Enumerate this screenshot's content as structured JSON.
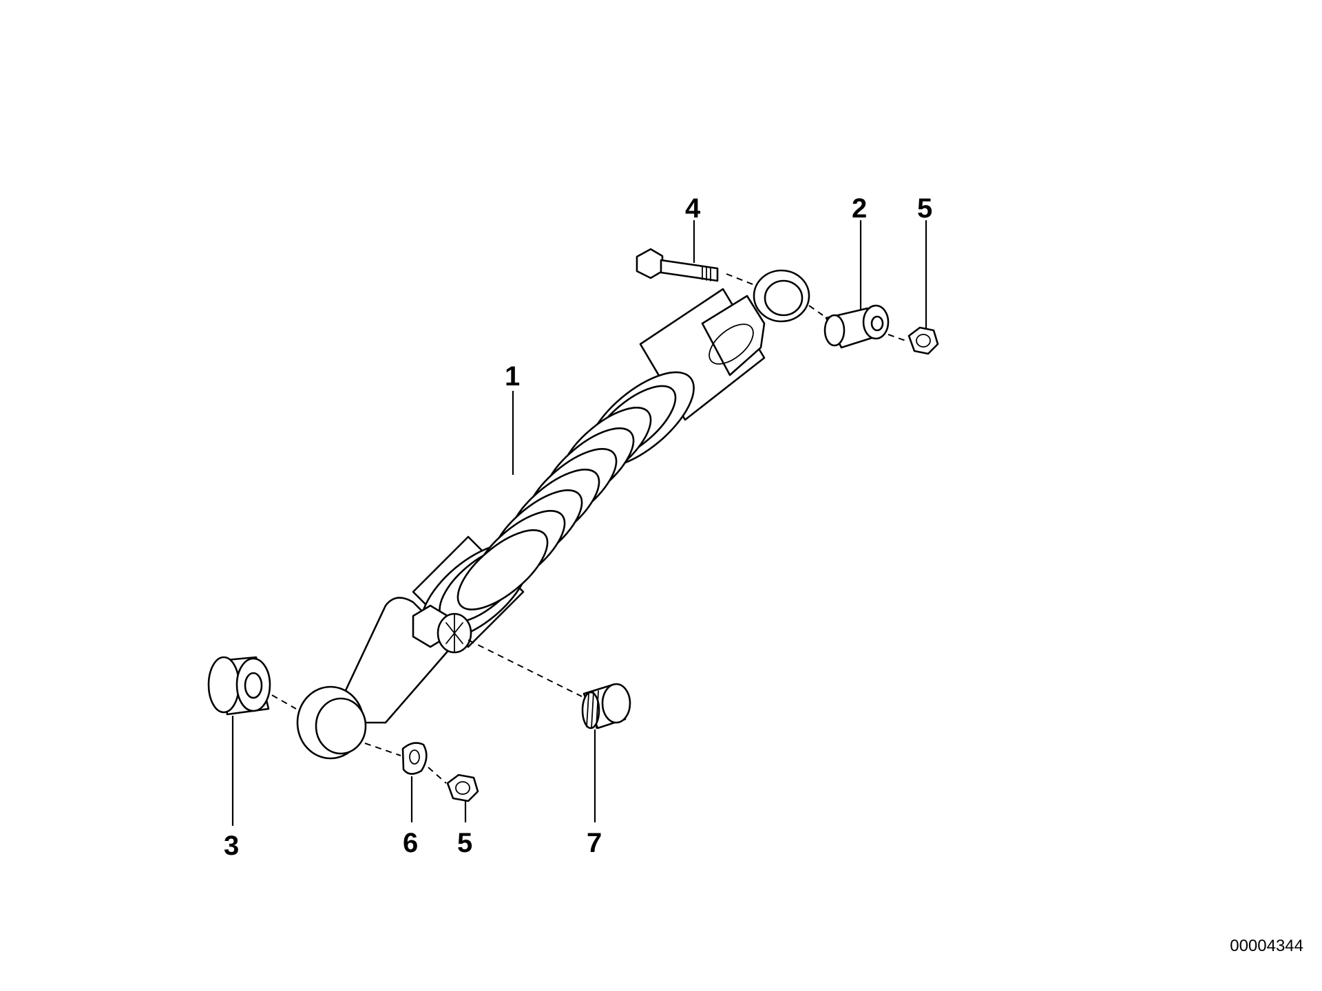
{
  "diagram": {
    "callouts": [
      {
        "id": "shock-absorber",
        "number": "1"
      },
      {
        "id": "upper-bushing",
        "number": "2"
      },
      {
        "id": "lower-bushing",
        "number": "3"
      },
      {
        "id": "upper-bolt",
        "number": "4"
      },
      {
        "id": "upper-nut",
        "number": "5"
      },
      {
        "id": "lower-nut",
        "number": "5"
      },
      {
        "id": "washer",
        "number": "6"
      },
      {
        "id": "adjuster-knob",
        "number": "7"
      }
    ],
    "document_number": "00004344"
  }
}
